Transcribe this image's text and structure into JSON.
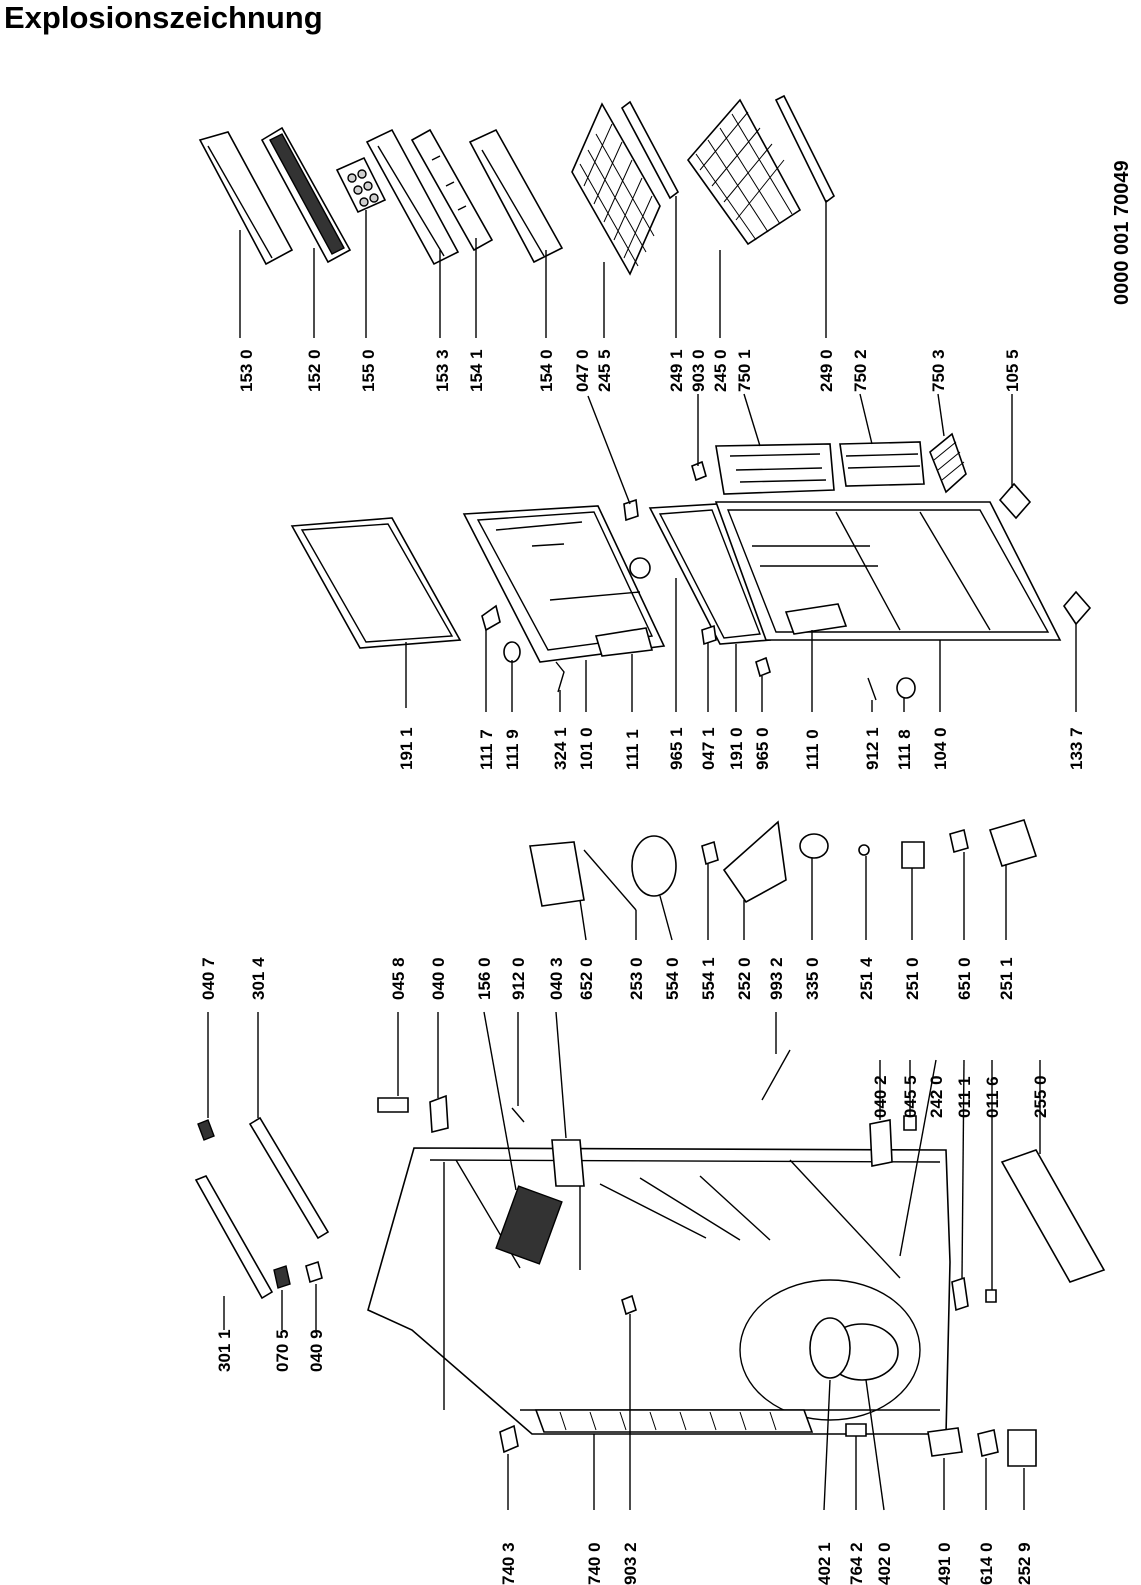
{
  "title": "Explosionszeichnung",
  "document_number": "0000 001 70049",
  "labels": [
    {
      "id": "l1530",
      "text": "153 0"
    },
    {
      "id": "l1520",
      "text": "152 0"
    },
    {
      "id": "l1550",
      "text": "155 0"
    },
    {
      "id": "l1533",
      "text": "153 3"
    },
    {
      "id": "l1541",
      "text": "154 1"
    },
    {
      "id": "l1540",
      "text": "154 0"
    },
    {
      "id": "l0470",
      "text": "047 0"
    },
    {
      "id": "l2455",
      "text": "245 5"
    },
    {
      "id": "l2491",
      "text": "249 1"
    },
    {
      "id": "l9030",
      "text": "903 0"
    },
    {
      "id": "l2450",
      "text": "245 0"
    },
    {
      "id": "l7501",
      "text": "750 1"
    },
    {
      "id": "l2490",
      "text": "249 0"
    },
    {
      "id": "l7502",
      "text": "750 2"
    },
    {
      "id": "l7503",
      "text": "750 3"
    },
    {
      "id": "l1055",
      "text": "105 5"
    },
    {
      "id": "l1911",
      "text": "191 1"
    },
    {
      "id": "l1117",
      "text": "111 7"
    },
    {
      "id": "l1119",
      "text": "111 9"
    },
    {
      "id": "l3241",
      "text": "324 1"
    },
    {
      "id": "l1010",
      "text": "101 0"
    },
    {
      "id": "l1111",
      "text": "111 1"
    },
    {
      "id": "l9651",
      "text": "965 1"
    },
    {
      "id": "l0471",
      "text": "047 1"
    },
    {
      "id": "l1910",
      "text": "191 0"
    },
    {
      "id": "l9650",
      "text": "965 0"
    },
    {
      "id": "l1110",
      "text": "111 0"
    },
    {
      "id": "l9121",
      "text": "912 1"
    },
    {
      "id": "l1118",
      "text": "111 8"
    },
    {
      "id": "l1040",
      "text": "104 0"
    },
    {
      "id": "l1337",
      "text": "133 7"
    },
    {
      "id": "l0407",
      "text": "040 7"
    },
    {
      "id": "l3014",
      "text": "301 4"
    },
    {
      "id": "l0458",
      "text": "045 8"
    },
    {
      "id": "l0400",
      "text": "040 0"
    },
    {
      "id": "l1560",
      "text": "156 0"
    },
    {
      "id": "l9120",
      "text": "912 0"
    },
    {
      "id": "l0403",
      "text": "040 3"
    },
    {
      "id": "l6520",
      "text": "652 0"
    },
    {
      "id": "l2530",
      "text": "253 0"
    },
    {
      "id": "l5540",
      "text": "554 0"
    },
    {
      "id": "l5541",
      "text": "554 1"
    },
    {
      "id": "l2520",
      "text": "252 0"
    },
    {
      "id": "l9932",
      "text": "993 2"
    },
    {
      "id": "l3350",
      "text": "335 0"
    },
    {
      "id": "l2514",
      "text": "251 4"
    },
    {
      "id": "l2510",
      "text": "251 0"
    },
    {
      "id": "l6510",
      "text": "651 0"
    },
    {
      "id": "l2511",
      "text": "251 1"
    },
    {
      "id": "l0402",
      "text": "040 2"
    },
    {
      "id": "l0455",
      "text": "045 5"
    },
    {
      "id": "l2420",
      "text": "242 0"
    },
    {
      "id": "l0111",
      "text": "011 1"
    },
    {
      "id": "l0116",
      "text": "011 6"
    },
    {
      "id": "l2550",
      "text": "255 0"
    },
    {
      "id": "l3011",
      "text": "301 1"
    },
    {
      "id": "l0705",
      "text": "070 5"
    },
    {
      "id": "l0409",
      "text": "040 9"
    },
    {
      "id": "l7403",
      "text": "740 3"
    },
    {
      "id": "l7400",
      "text": "740 0"
    },
    {
      "id": "l9032",
      "text": "903 2"
    },
    {
      "id": "l4021",
      "text": "402 1"
    },
    {
      "id": "l7642",
      "text": "764 2"
    },
    {
      "id": "l4020",
      "text": "402 0"
    },
    {
      "id": "l4910",
      "text": "491 0"
    },
    {
      "id": "l6140",
      "text": "614 0"
    },
    {
      "id": "l2529",
      "text": "252 9"
    }
  ]
}
